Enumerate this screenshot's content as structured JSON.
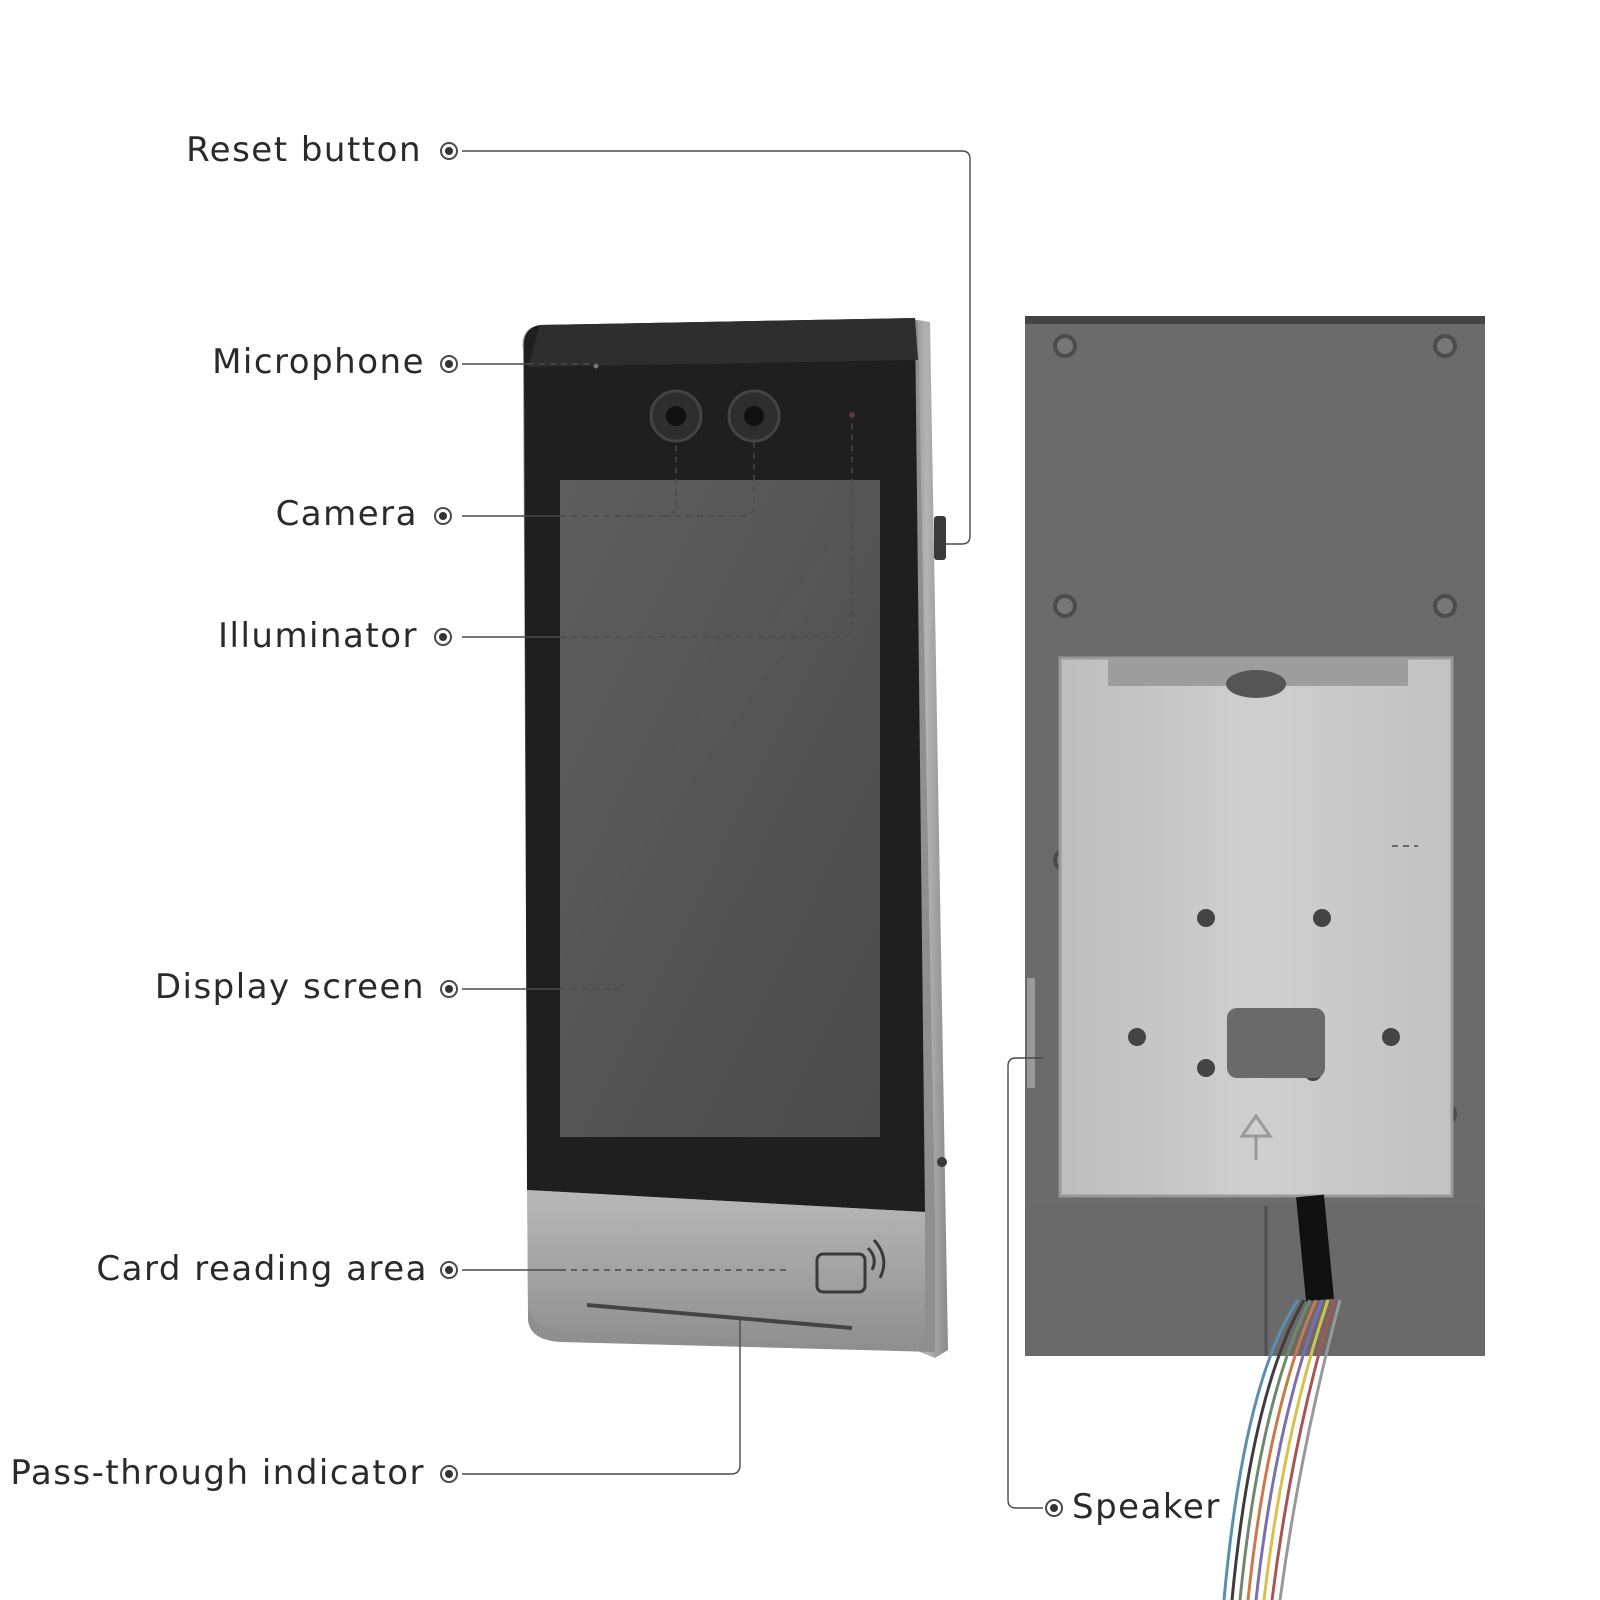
{
  "diagram": {
    "colors": {
      "bezel": "#262626",
      "screen": "#555555",
      "frame": "#9a9a9a",
      "card_area": "#a6a6a6",
      "back_panel": "#6e6e6e",
      "mount_plate": "#c9c9c9",
      "leader_line": "#4a4a4a",
      "label_text": "#2a2a2a"
    },
    "labels": {
      "reset_button": "Reset button",
      "microphone": "Microphone",
      "camera": "Camera",
      "illuminator": "Illuminator",
      "display_screen": "Display screen",
      "card_reading_area": "Card reading area",
      "pass_through_indicator": "Pass-through indicator",
      "speaker": "Speaker"
    }
  }
}
